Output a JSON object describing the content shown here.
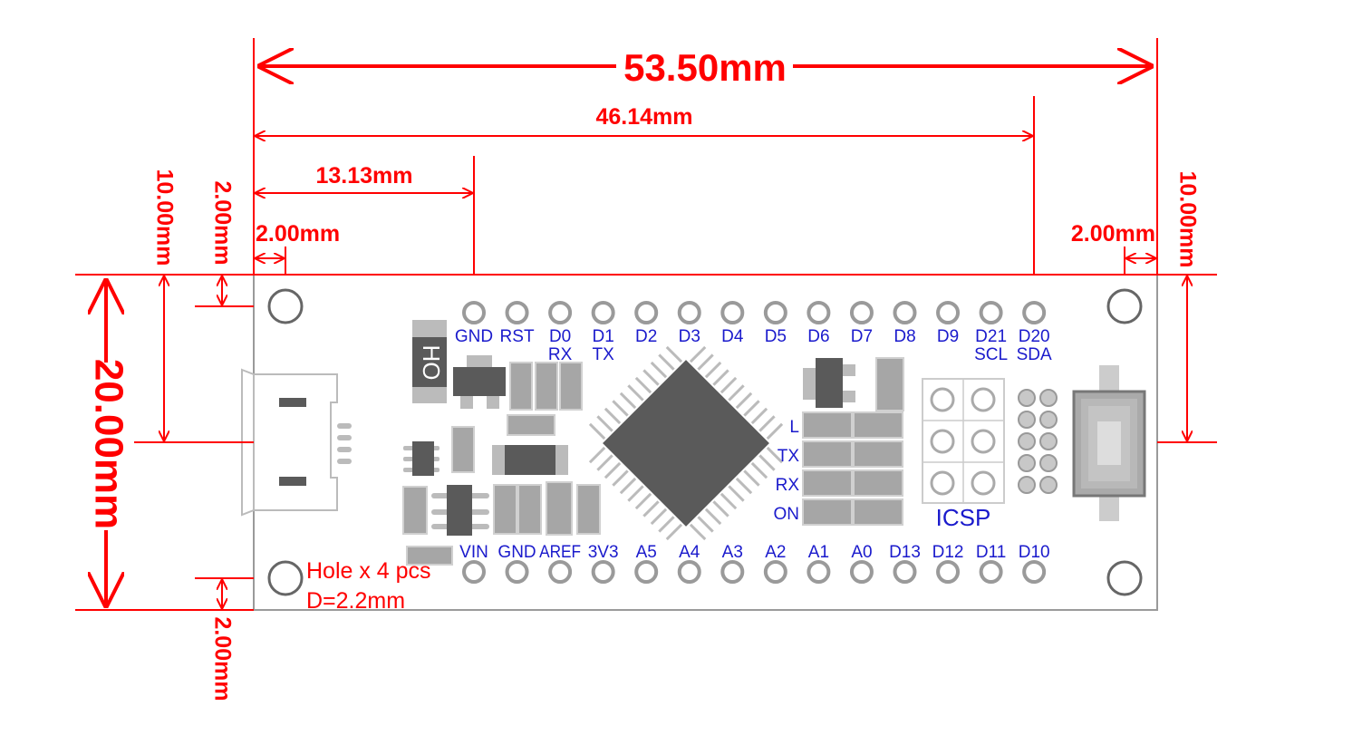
{
  "dimensions": {
    "total_length": "53.50mm",
    "pin_span": "46.14mm",
    "first_pin_offset": "13.13mm",
    "hole_offset_left": "2.00mm",
    "hole_offset_right": "2.00mm",
    "width": "20.00mm",
    "half_width_left": "10.00mm",
    "half_width_right": "10.00mm",
    "hole_offset_top": "2.00mm",
    "hole_offset_bottom": "2.00mm"
  },
  "note": {
    "line1": "Hole x 4 pcs",
    "line2": "D=2.2mm"
  },
  "top_pins": [
    {
      "label": "GND",
      "sub": ""
    },
    {
      "label": "RST",
      "sub": ""
    },
    {
      "label": "D0",
      "sub": "RX"
    },
    {
      "label": "D1",
      "sub": "TX"
    },
    {
      "label": "D2",
      "sub": ""
    },
    {
      "label": "D3",
      "sub": ""
    },
    {
      "label": "D4",
      "sub": ""
    },
    {
      "label": "D5",
      "sub": ""
    },
    {
      "label": "D6",
      "sub": ""
    },
    {
      "label": "D7",
      "sub": ""
    },
    {
      "label": "D8",
      "sub": ""
    },
    {
      "label": "D9",
      "sub": ""
    },
    {
      "label": "D21",
      "sub": "SCL"
    },
    {
      "label": "D20",
      "sub": "SDA"
    }
  ],
  "bottom_pins": [
    "VIN",
    "GND",
    "AREF",
    "3V3",
    "A5",
    "A4",
    "A3",
    "A2",
    "A1",
    "A0",
    "D13",
    "D12",
    "D11",
    "D10"
  ],
  "leds": [
    "L",
    "TX",
    "RX",
    "ON"
  ],
  "icsp_label": "ICSP",
  "component_marking": "HO",
  "colors": {
    "dimension": "#ff0000",
    "pin_label": "#1a1acc",
    "chip": "#5a5a5a",
    "board_outline": "#9a9a9a"
  }
}
